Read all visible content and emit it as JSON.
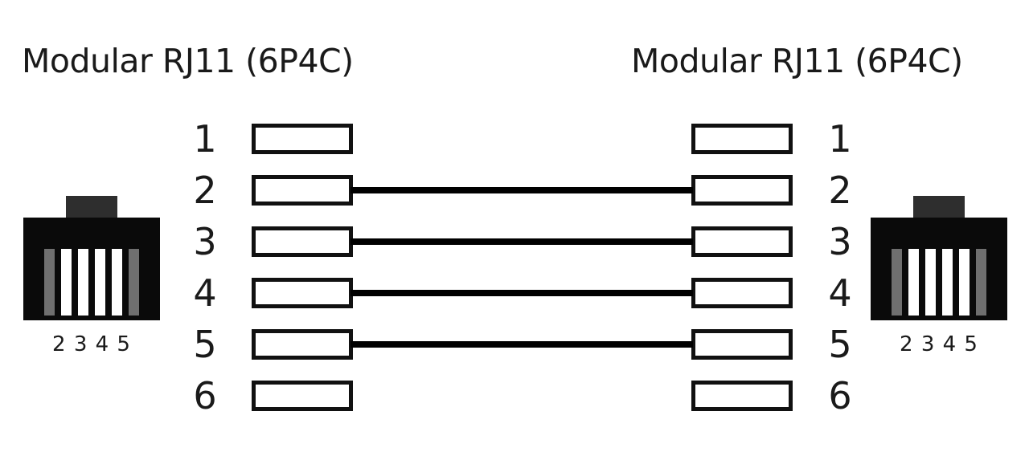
{
  "titles": {
    "left": "Modular RJ11 (6P4C)",
    "right": "Modular RJ11 (6P4C)"
  },
  "connectors": {
    "left": {
      "label": "2 3 4 5",
      "body_color": "#0a0a0a",
      "tab_color": "#2e2e2e",
      "slot_colors": [
        "#6f6f6f",
        "#ffffff",
        "#ffffff",
        "#ffffff",
        "#ffffff",
        "#6f6f6f"
      ]
    },
    "right": {
      "label": "2 3 4 5",
      "body_color": "#0a0a0a",
      "tab_color": "#2e2e2e",
      "slot_colors": [
        "#6f6f6f",
        "#ffffff",
        "#ffffff",
        "#ffffff",
        "#ffffff",
        "#6f6f6f"
      ]
    }
  },
  "pins": {
    "left": [
      {
        "number": "1",
        "connected": false
      },
      {
        "number": "2",
        "connected": true
      },
      {
        "number": "3",
        "connected": true
      },
      {
        "number": "4",
        "connected": true
      },
      {
        "number": "5",
        "connected": true
      },
      {
        "number": "6",
        "connected": false
      }
    ],
    "right": [
      {
        "number": "1",
        "connected": false
      },
      {
        "number": "2",
        "connected": true
      },
      {
        "number": "3",
        "connected": true
      },
      {
        "number": "4",
        "connected": true
      },
      {
        "number": "5",
        "connected": true
      },
      {
        "number": "6",
        "connected": false
      }
    ]
  },
  "connections": [
    {
      "from": "2",
      "to": "2"
    },
    {
      "from": "3",
      "to": "3"
    },
    {
      "from": "4",
      "to": "4"
    },
    {
      "from": "5",
      "to": "5"
    }
  ],
  "colors": {
    "wire": "#000000",
    "pin_border": "#111111",
    "pin_fill": "#ffffff",
    "text": "#1a1a1a",
    "background": "#ffffff"
  }
}
